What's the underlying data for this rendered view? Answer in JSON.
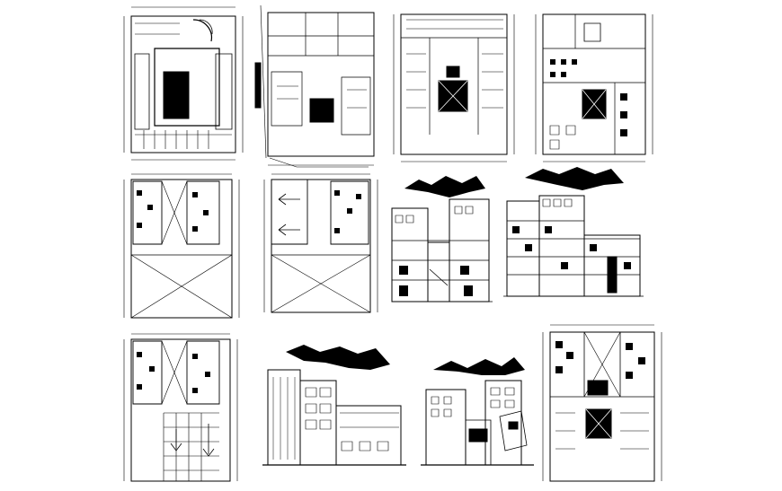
{
  "sheet": {
    "background": "#ffffff",
    "ink": "#000000",
    "panels": [
      {
        "id": "p1",
        "kind": "plan",
        "variant": "lobby"
      },
      {
        "id": "p2",
        "kind": "plan",
        "variant": "ground-offices"
      },
      {
        "id": "p3",
        "kind": "plan",
        "variant": "atrium"
      },
      {
        "id": "p4",
        "kind": "plan",
        "variant": "furnished"
      },
      {
        "id": "p5",
        "kind": "plan",
        "variant": "apartments-parking"
      },
      {
        "id": "p6",
        "kind": "plan",
        "variant": "apartments-ramp"
      },
      {
        "id": "p7",
        "kind": "section",
        "variant": "section-a"
      },
      {
        "id": "p8",
        "kind": "section",
        "variant": "section-b"
      },
      {
        "id": "p9",
        "kind": "plan",
        "variant": "apartments-grid"
      },
      {
        "id": "p10",
        "kind": "elevation",
        "variant": "elevation-front"
      },
      {
        "id": "p11",
        "kind": "elevation",
        "variant": "elevation-side"
      },
      {
        "id": "p12",
        "kind": "plan",
        "variant": "upper-apartments"
      }
    ]
  }
}
